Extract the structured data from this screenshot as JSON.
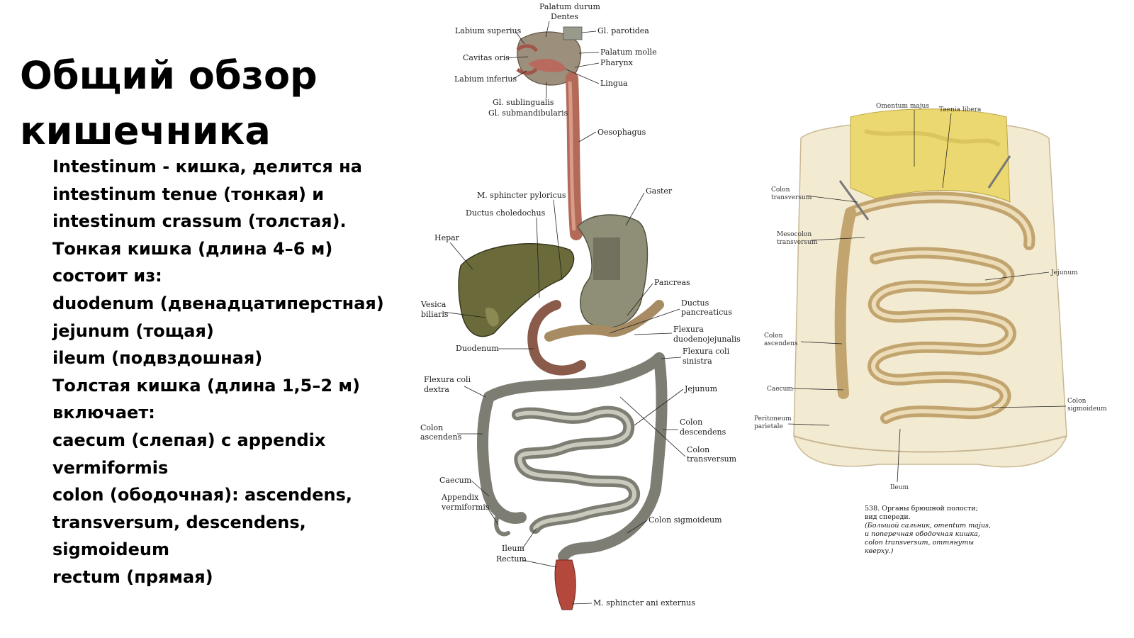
{
  "slide": {
    "title_lines": [
      "Общий обзор",
      "кишечника"
    ],
    "body_lines": [
      "Intestinum - кишка, делится на",
      "intestinum tenue (тонкая) и",
      "intestinum crassum (толстая).",
      "Тонкая кишка (длина 4–6 м)",
      "состоит из:",
      "duodenum (двенадцатиперстная)",
      "jejunum (тощая)",
      "ileum (подвздошная)",
      "Толстая кишка (длина 1,5–2 м)",
      "включает:",
      "caecum (слепая) с appendix",
      "vermiformis",
      "colon (ободочная): ascendens,",
      "transversum, descendens,",
      "sigmoideum",
      "rectum (прямая)"
    ]
  },
  "figure_left": {
    "labels": {
      "palatum_durum": "Palatum durum",
      "dentes": "Dentes",
      "labium_superius": "Labium superius",
      "gl_parotidea": "Gl. parotidea",
      "cavitas_oris": "Cavitas oris",
      "palatum_molle": "Palatum molle",
      "pharynx": "Pharynx",
      "labium_inferius": "Labium inferius",
      "lingua": "Lingua",
      "gl_sublingualis": "Gl. sublingualis",
      "gl_submandibularis": "Gl. submandibularis",
      "oesophagus": "Oesophagus",
      "m_sphincter_pyloricus": "M. sphincter pyloricus",
      "gaster": "Gaster",
      "ductus_choledochus": "Ductus choledochus",
      "hepar": "Hepar",
      "pancreas": "Pancreas",
      "vesica_1": "Vesica",
      "vesica_2": "biliaris",
      "ductus_pancr_1": "Ductus",
      "ductus_pancr_2": "pancreaticus",
      "flexura_dj_1": "Flexura",
      "flexura_dj_2": "duodenojejunalis",
      "duodenum": "Duodenum",
      "flexura_cs_1": "Flexura coli",
      "flexura_cs_2": "sinistra",
      "flexura_cd_1": "Flexura coli",
      "flexura_cd_2": "dextra",
      "jejunum": "Jejunum",
      "colon_asc_1": "Colon",
      "colon_asc_2": "ascendens",
      "colon_desc_1": "Colon",
      "colon_desc_2": "descendens",
      "colon_trans_1": "Colon",
      "colon_trans_2": "transversum",
      "caecum": "Caecum",
      "appendix_1": "Appendix",
      "appendix_2": "vermiformis",
      "colon_sigmoideum": "Colon sigmoideum",
      "ileum": "Ileum",
      "rectum": "Rectum",
      "m_sphincter_ani": "M. sphincter ani externus"
    }
  },
  "figure_right": {
    "labels": {
      "omentum_majus": "Omentum majus",
      "taenia_libera": "Taenia libera",
      "colon_transversum_1": "Colon",
      "colon_transversum_2": "transversum",
      "mesocolon_1": "Mesocolon",
      "mesocolon_2": "transversum",
      "jejunum": "Jejunum",
      "colon_ascendens_1": "Colon",
      "colon_ascendens_2": "ascendens",
      "caecum": "Caecum",
      "colon_sigmoideum_1": "Colon",
      "colon_sigmoideum_2": "sigmoideum",
      "peritoneum_1": "Peritoneum",
      "peritoneum_2": "parietale",
      "ileum": "Ileum"
    },
    "caption": {
      "line1": "538. Органы брюшной полости;",
      "line2": "вид спереди.",
      "line3": "(Большой сальник, omentum majus,",
      "line4": "и поперечная ободочная кишка,",
      "line5": "colon transversum, оттянуты",
      "line6": "кверху.)"
    }
  },
  "colors": {
    "background": "#ffffff",
    "text": "#000000",
    "liver": "#6b6a3a",
    "stomach": "#8f8e76",
    "intestine_grey": "#7d7d73",
    "bowel_tan": "#c2a46e",
    "omentum_yellow": "#ecd870",
    "oesophagus": "#b36a58",
    "rectum": "#b4483c"
  }
}
